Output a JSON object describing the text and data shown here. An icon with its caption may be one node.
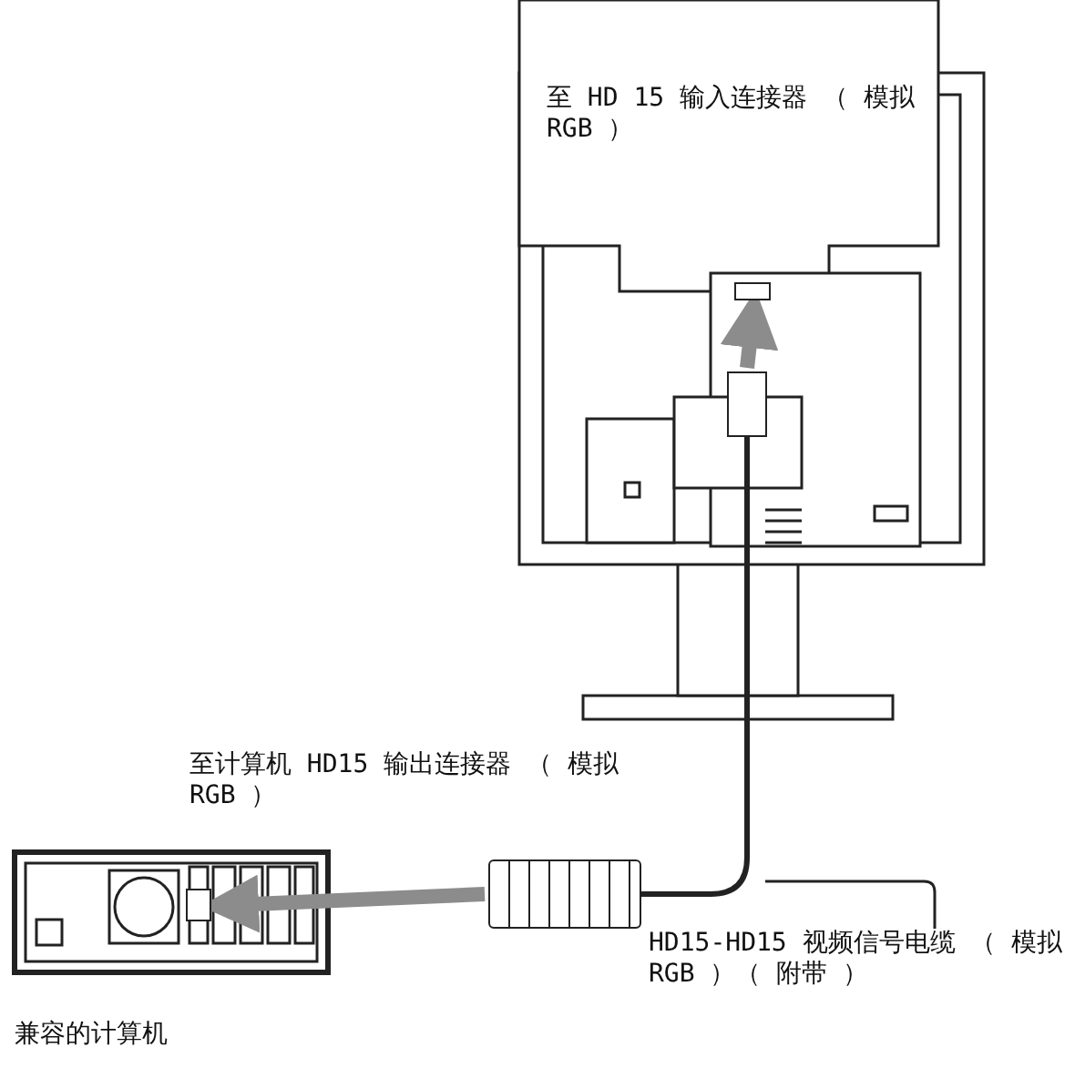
{
  "diagram": {
    "nodes": [
      {
        "text": [],
        "shape": "box"
      },
      {
        "text": [],
        "shape": "box"
      },
      {
        "text": [],
        "shape": "box"
      },
      {
        "text": [],
        "shape": "box"
      },
      {
        "text": [
          "HD15-HD15 视频信号电缆 （ 模拟 RGB ）（ 附带 ）"
        ]
      }
    ],
    "edges": [
      {
        "from": 1,
        "to": 0,
        "arrow": "to",
        "style": "thick",
        "color": "#8c8c8c"
      },
      {
        "from": 2,
        "to": 3,
        "arrow": "to",
        "style": "thick",
        "color": "#8c8c8c"
      },
      {
        "from": 1,
        "to": 2,
        "arrow": "none",
        "color": "#222222"
      },
      {
        "from": 4,
        "to": null,
        "arrow": "none",
        "color": "#222222"
      }
    ],
    "labels": [
      "至 HD 15 输入连接器 （ 模拟 RGB ）",
      "至计算机 HD15 输出连接器 （ 模拟 RGB ）",
      "兼容的计算机"
    ]
  }
}
